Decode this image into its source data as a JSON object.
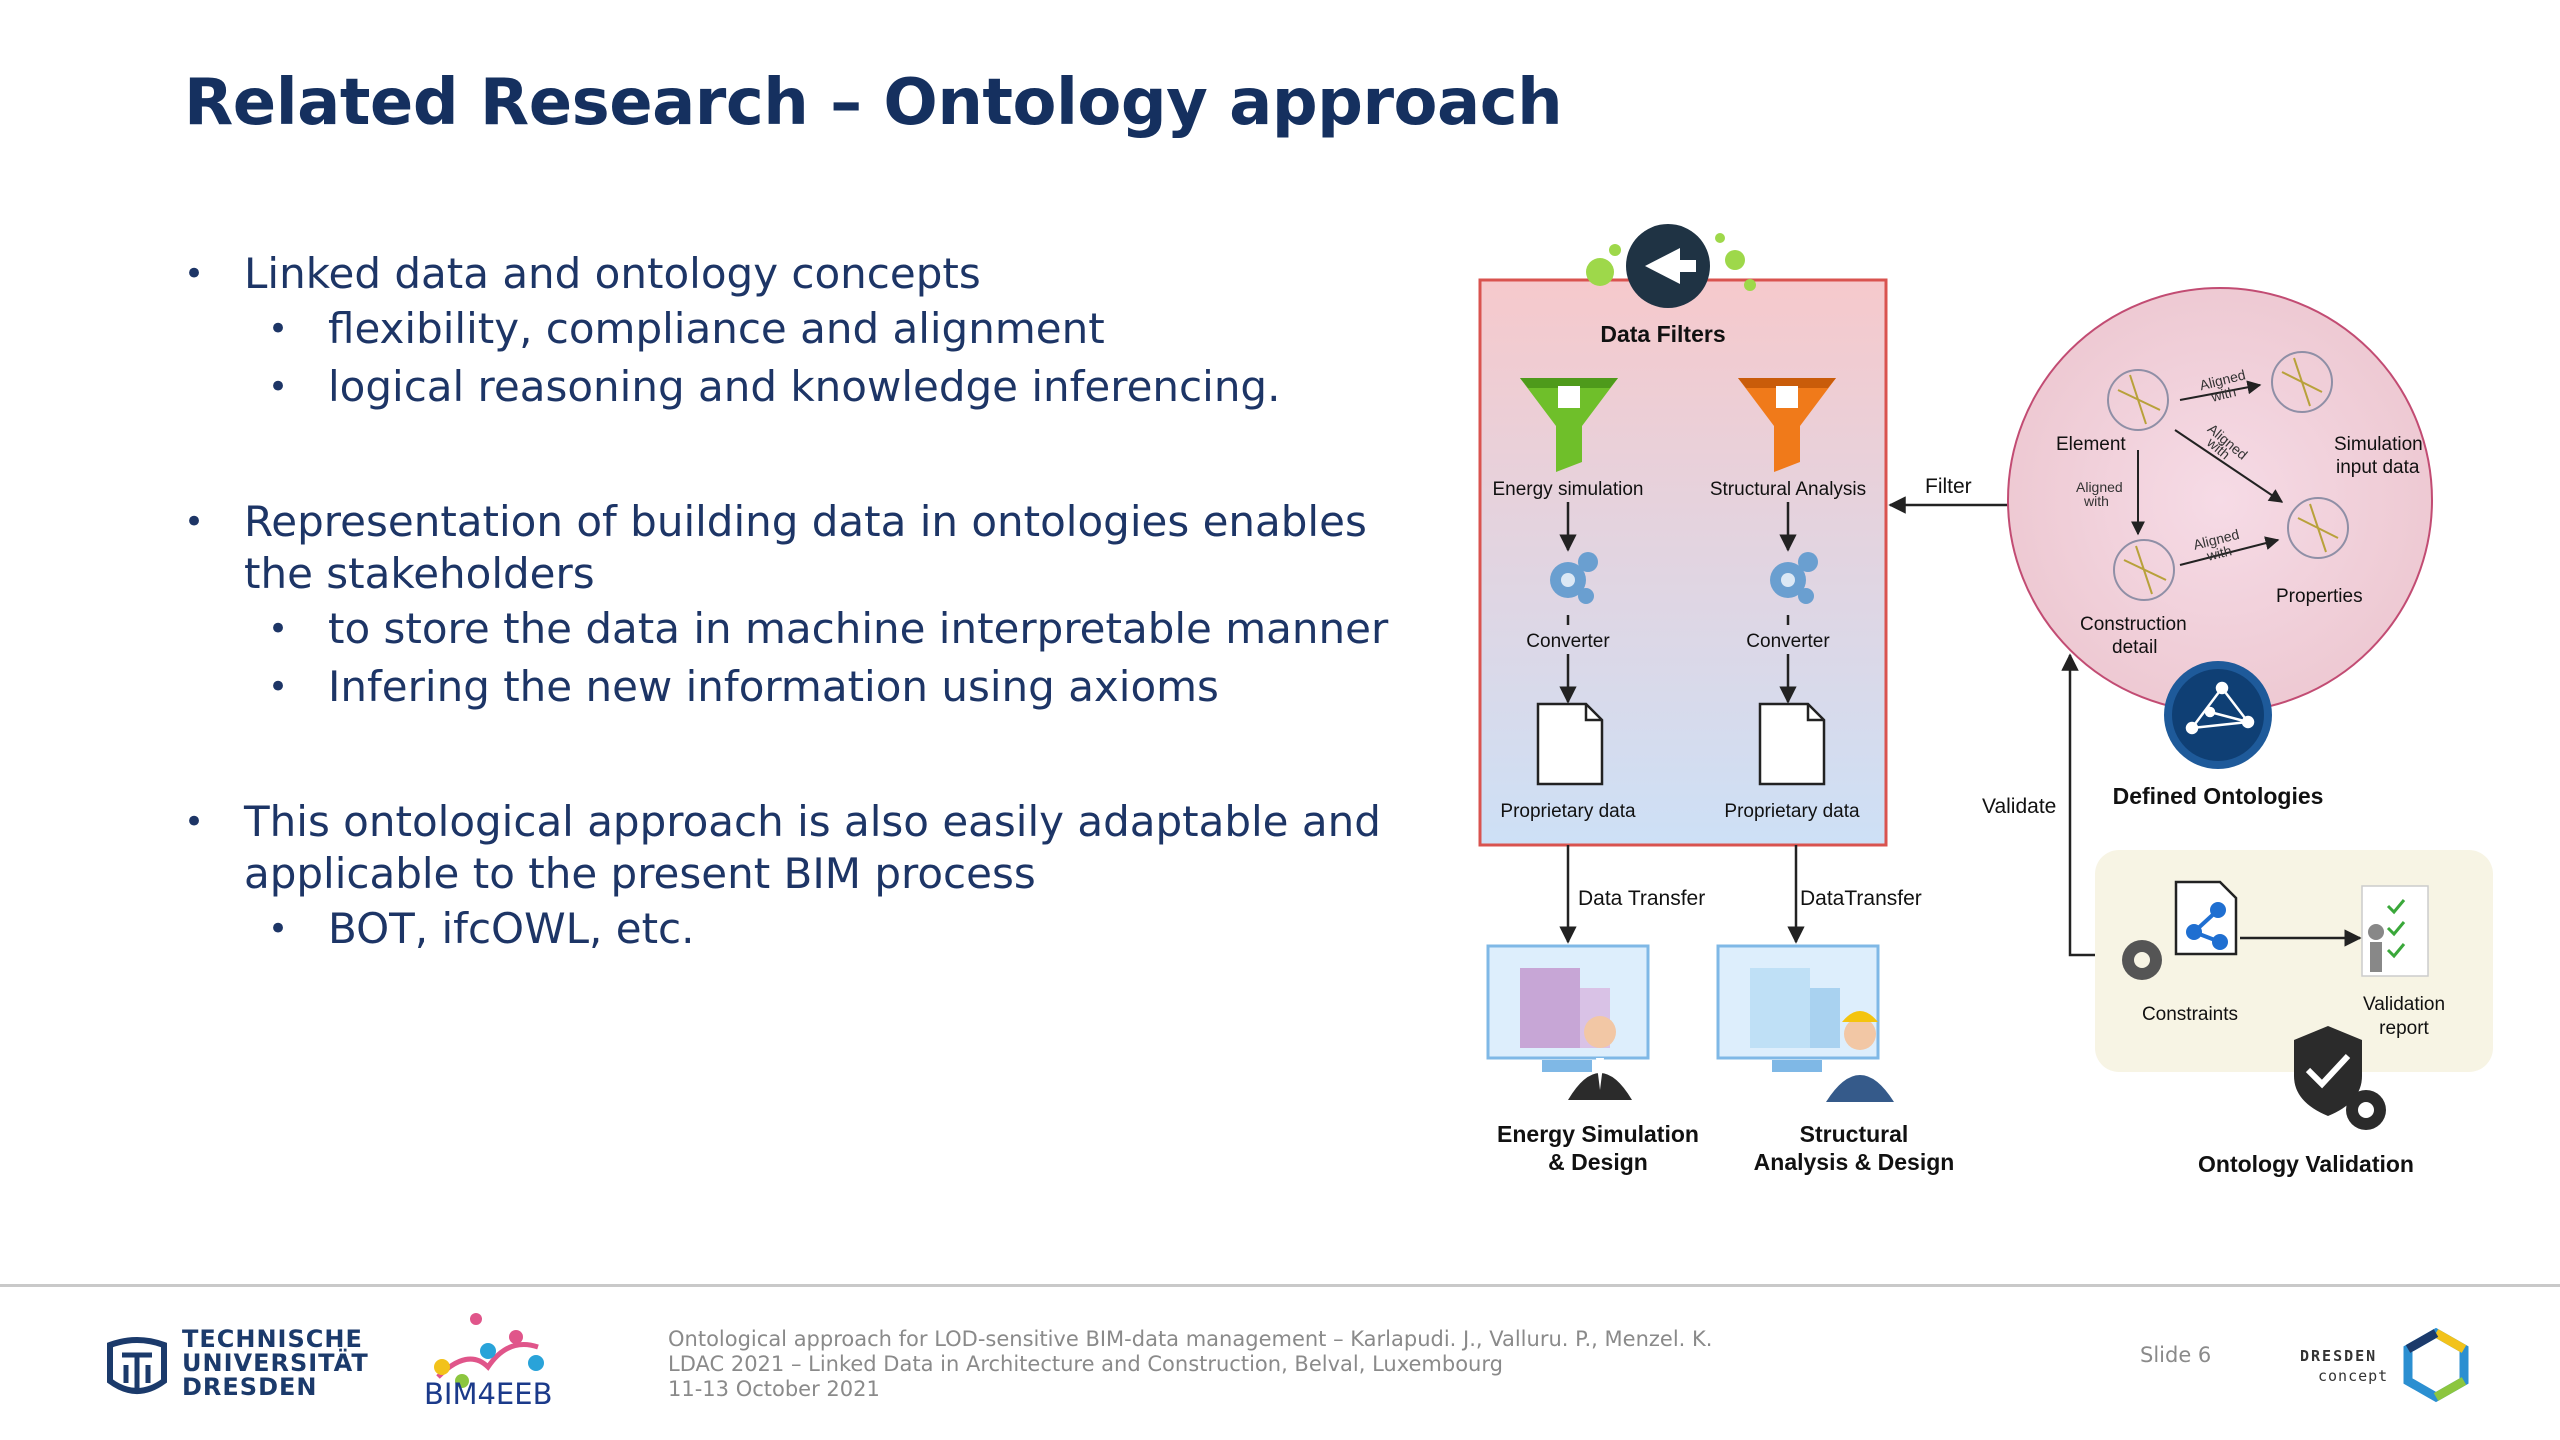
{
  "slide": {
    "title": "Related Research – Ontology approach",
    "bullets": [
      {
        "text": "Linked data and ontology concepts",
        "sub": [
          "flexibility, compliance and alignment",
          "logical reasoning and knowledge inferencing."
        ]
      },
      {
        "text_line1": "Representation of building data in ontologies enables",
        "text_line2": "the stakeholders",
        "sub": [
          "to store the data in machine interpretable manner",
          "Infering the new information using axioms"
        ]
      },
      {
        "text_line1": "This ontological approach is also easily adaptable and",
        "text_line2": "applicable to the present BIM process",
        "sub": [
          "BOT, ifcOWL, etc."
        ]
      }
    ]
  },
  "diagram": {
    "data_filters_label": "Data Filters",
    "filter_energy": "Energy simulation",
    "filter_structural": "Structural Analysis",
    "converter": "Converter",
    "proprietary": "Proprietary data",
    "transfer_left": "Data Transfer",
    "transfer_right": "DataTransfer",
    "user_energy_1": "Energy Simulation",
    "user_energy_2": "& Design",
    "user_struct_1": "Structural",
    "user_struct_2": "Analysis & Design",
    "filter_arrow": "Filter",
    "validate_arrow": "Validate",
    "element": "Element",
    "sim_input_1": "Simulation",
    "sim_input_2": "input data",
    "properties": "Properties",
    "constr_1": "Construction",
    "constr_2": "detail",
    "aligned_1": "Aligned",
    "aligned_2": "with",
    "defined_ontologies": "Defined Ontologies",
    "constraints": "Constraints",
    "validation_1": "Validation",
    "validation_2": "report",
    "ontology_validation": "Ontology Validation"
  },
  "footer": {
    "tud_line1": "TECHNISCHE",
    "tud_line2": "UNIVERSITÄT",
    "tud_line3": "DRESDEN",
    "bim_text": "BIM4EEB",
    "cite_line1": "Ontological approach for LOD-sensitive BIM-data management – Karlapudi. J., Valluru. P., Menzel. K.",
    "cite_line2": "LDAC 2021 – Linked Data in Architecture and Construction, Belval, Luxembourg",
    "cite_line3": "11-13 October 2021",
    "slide_number": "Slide 6",
    "dresden_line1": "DRESDEN",
    "dresden_line2": "concept"
  },
  "colors": {
    "title": "#15305f",
    "filter_green": "#6fbf2a",
    "filter_orange": "#f07a1a",
    "ontology_circle": "#f1c9d2",
    "box_border": "#d9534f",
    "validation_bg": "#f7f4e4"
  }
}
